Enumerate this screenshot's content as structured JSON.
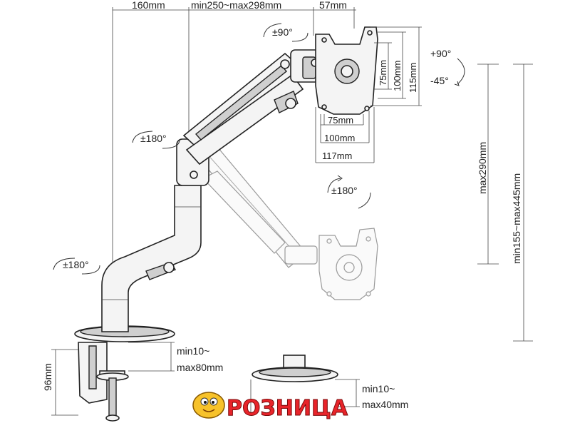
{
  "dimensions": {
    "arm_depth": "160mm",
    "arm_reach": "min250~max298mm",
    "head_depth": "57mm",
    "vesa_75": "75mm",
    "vesa_100": "100mm",
    "vesa_115": "115mm",
    "vesa_h_75": "75mm",
    "vesa_h_100": "100mm",
    "vesa_h_117": "117mm",
    "height_max": "max290mm",
    "height_range": "min155~max445mm",
    "clamp_height": "96mm",
    "clamp_range_line1": "min10~",
    "clamp_range_line2": "max80mm",
    "grommet_range_line1": "min10~",
    "grommet_range_line2": "max40mm"
  },
  "rotations": {
    "head_rotate": "±90°",
    "tilt_up": "+90°",
    "tilt_down": "-45°",
    "elbow_rotate": "±180°",
    "swivel_rotate": "±180°",
    "base_rotate": "±180°"
  },
  "logo": {
    "text": "РОЗНИЦА",
    "colors": {
      "primary": "#e8242a",
      "mascot": "#f7c22a"
    }
  }
}
